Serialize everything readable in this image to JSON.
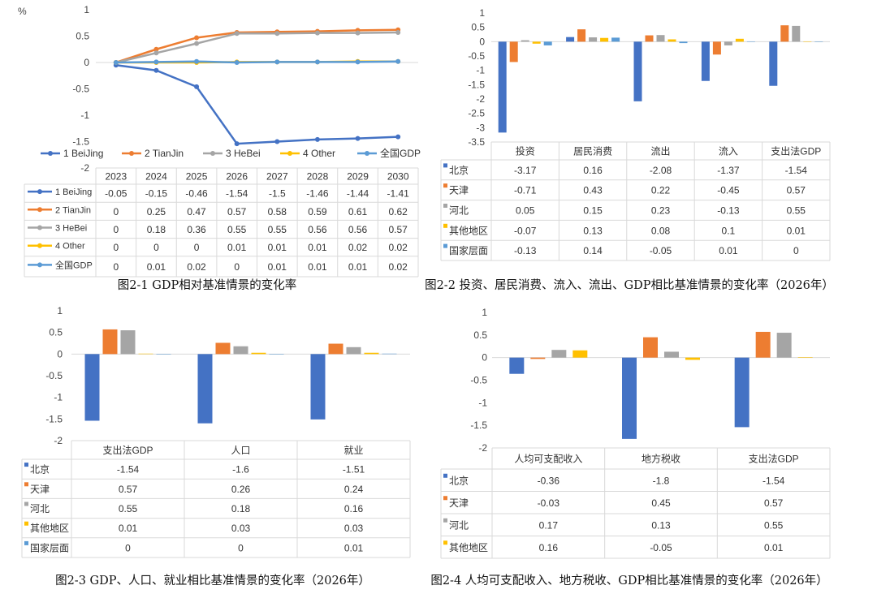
{
  "colors": {
    "北京": "#4472C4",
    "天津": "#ED7D31",
    "河北": "#A5A5A5",
    "其他地区": "#FFC000",
    "国家层面": "#5B9BD5"
  },
  "chart_data": [
    {
      "type": "line",
      "ylabel": "%",
      "ylim": [
        -2,
        1
      ],
      "yticks": [
        1,
        0.5,
        0,
        -0.5,
        -1,
        -1.5,
        -2
      ],
      "categories": [
        "2023",
        "2024",
        "2025",
        "2026",
        "2027",
        "2028",
        "2029",
        "2030"
      ],
      "legend": "bottom",
      "series": [
        {
          "name": "1 BeiJing",
          "color": "#4472C4",
          "values": [
            -0.05,
            -0.15,
            -0.46,
            -1.54,
            -1.5,
            -1.46,
            -1.44,
            -1.41
          ]
        },
        {
          "name": "2 TianJin",
          "color": "#ED7D31",
          "values": [
            0,
            0.25,
            0.47,
            0.57,
            0.58,
            0.59,
            0.61,
            0.62
          ]
        },
        {
          "name": "3 HeBei",
          "color": "#A5A5A5",
          "values": [
            0,
            0.18,
            0.36,
            0.55,
            0.55,
            0.56,
            0.56,
            0.57
          ]
        },
        {
          "name": "4 Other",
          "color": "#FFC000",
          "values": [
            0,
            0,
            0,
            0.01,
            0.01,
            0.01,
            0.02,
            0.02
          ]
        },
        {
          "name": "全国GDP",
          "color": "#5B9BD5",
          "values": [
            0,
            0.01,
            0.02,
            0,
            0.01,
            0.01,
            0.01,
            0.02
          ]
        }
      ],
      "caption": "图2-1 GDP相对基准情景的变化率"
    },
    {
      "type": "bar",
      "ylim": [
        -3.5,
        1
      ],
      "yticks": [
        1,
        0.5,
        0,
        -0.5,
        -1,
        -1.5,
        -2,
        -2.5,
        -3,
        -3.5
      ],
      "categories": [
        "投资",
        "居民消费",
        "流出",
        "流入",
        "支出法GDP"
      ],
      "series": [
        {
          "name": "北京",
          "color": "#4472C4",
          "values": [
            -3.17,
            0.16,
            -2.08,
            -1.37,
            -1.54
          ]
        },
        {
          "name": "天津",
          "color": "#ED7D31",
          "values": [
            -0.71,
            0.43,
            0.22,
            -0.45,
            0.57
          ]
        },
        {
          "name": "河北",
          "color": "#A5A5A5",
          "values": [
            0.05,
            0.15,
            0.23,
            -0.13,
            0.55
          ]
        },
        {
          "name": "其他地区",
          "color": "#FFC000",
          "values": [
            -0.07,
            0.13,
            0.08,
            0.1,
            0.01
          ]
        },
        {
          "name": "国家层面",
          "color": "#5B9BD5",
          "values": [
            -0.13,
            0.14,
            -0.05,
            0.01,
            0
          ]
        }
      ],
      "caption": "图2-2 投资、居民消费、流入、流出、GDP相比基准情景的变化率（2026年）"
    },
    {
      "type": "bar",
      "ylim": [
        -2,
        1
      ],
      "yticks": [
        1,
        0.5,
        0,
        -0.5,
        -1,
        -1.5,
        -2
      ],
      "categories": [
        "支出法GDP",
        "人口",
        "就业"
      ],
      "series": [
        {
          "name": "北京",
          "color": "#4472C4",
          "values": [
            -1.54,
            -1.6,
            -1.51
          ]
        },
        {
          "name": "天津",
          "color": "#ED7D31",
          "values": [
            0.57,
            0.26,
            0.24
          ]
        },
        {
          "name": "河北",
          "color": "#A5A5A5",
          "values": [
            0.55,
            0.18,
            0.16
          ]
        },
        {
          "name": "其他地区",
          "color": "#FFC000",
          "values": [
            0.01,
            0.03,
            0.03
          ]
        },
        {
          "name": "国家层面",
          "color": "#5B9BD5",
          "values": [
            0,
            0,
            0.01
          ]
        }
      ],
      "caption": "图2-3 GDP、人口、就业相比基准情景的变化率（2026年）"
    },
    {
      "type": "bar",
      "ylim": [
        -2,
        1
      ],
      "yticks": [
        1,
        0.5,
        0,
        -0.5,
        -1,
        -1.5,
        -2
      ],
      "categories": [
        "人均可支配收入",
        "地方税收",
        "支出法GDP"
      ],
      "series": [
        {
          "name": "北京",
          "color": "#4472C4",
          "values": [
            -0.36,
            -1.8,
            -1.54
          ]
        },
        {
          "name": "天津",
          "color": "#ED7D31",
          "values": [
            -0.03,
            0.45,
            0.57
          ]
        },
        {
          "name": "河北",
          "color": "#A5A5A5",
          "values": [
            0.17,
            0.13,
            0.55
          ]
        },
        {
          "name": "其他地区",
          "color": "#FFC000",
          "values": [
            0.16,
            -0.05,
            0.01
          ]
        }
      ],
      "caption": "图2-4 人均可支配收入、地方税收、GDP相比基准情景的变化率（2026年）"
    }
  ]
}
